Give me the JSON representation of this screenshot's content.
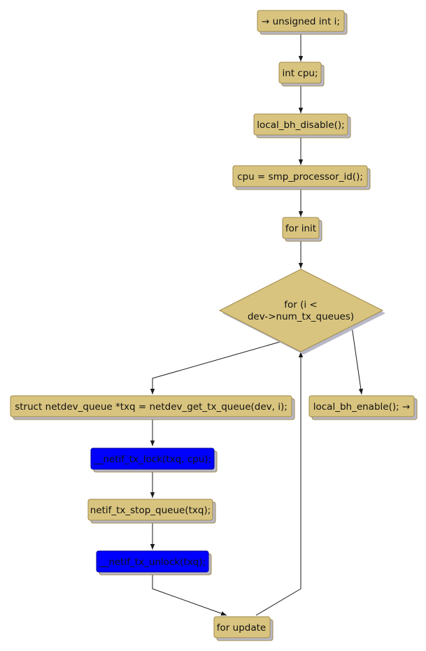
{
  "colors": {
    "node_fill": "#d9c47f",
    "node_border": "#a08a4a",
    "highlight_fill": "#0000ff",
    "highlight_border": "#000099",
    "edge": "#1a1a1a",
    "background": "#ffffff"
  },
  "nodes": {
    "n1": "→ unsigned int i;",
    "n2": "int cpu;",
    "n3": "local_bh_disable();",
    "n4": "cpu = smp_processor_id();",
    "n5": "for init",
    "loop_line1": "for (i <",
    "loop_line2": "dev->num_tx_queues)",
    "n7": "struct netdev_queue *txq = netdev_get_tx_queue(dev, i);",
    "n8": "local_bh_enable(); →",
    "n9": "__netif_tx_lock(txq, cpu);",
    "n10": "netif_tx_stop_queue(txq);",
    "n11": "__netif_tx_unlock(txq);",
    "n12": "for update"
  }
}
